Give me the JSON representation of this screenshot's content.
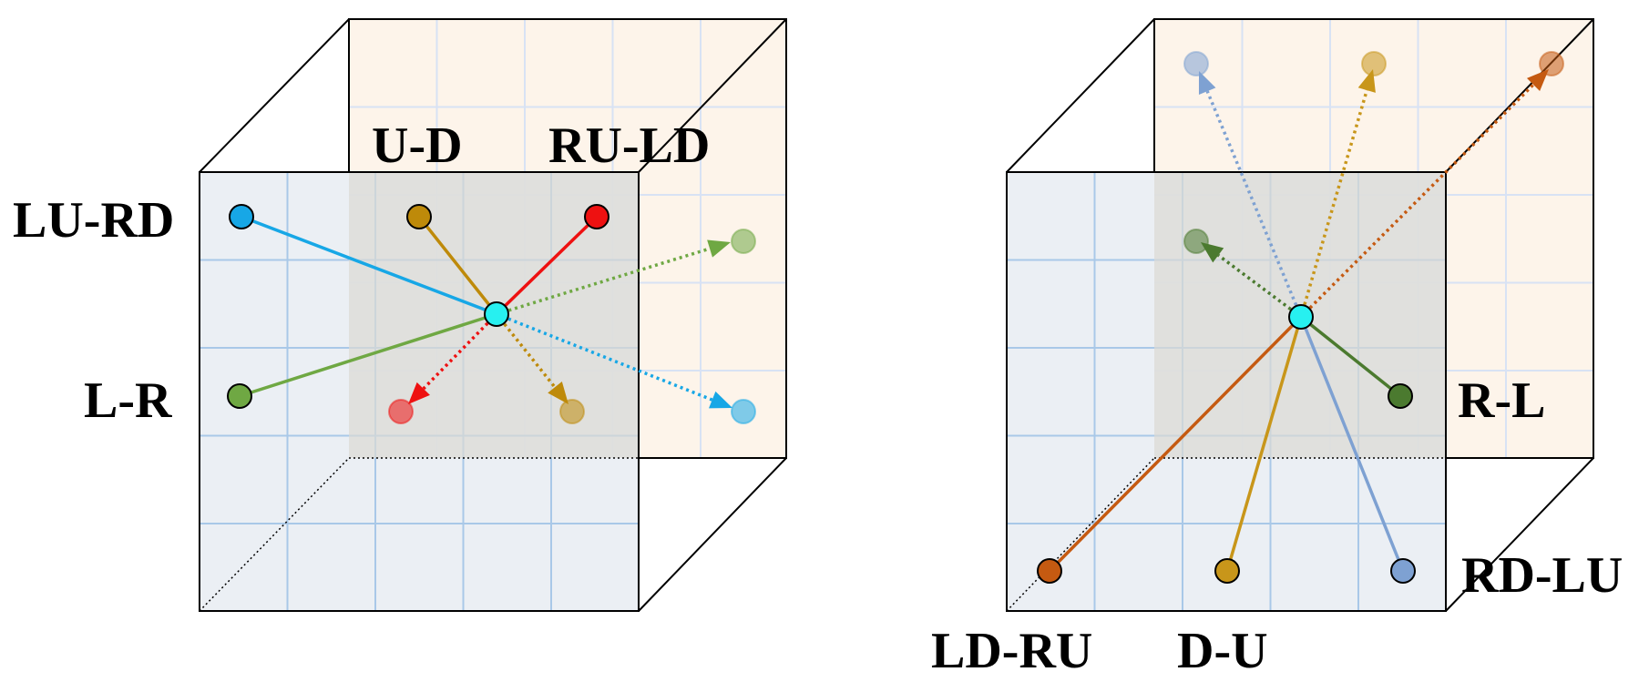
{
  "colors": {
    "back_face": "#fdf4ea",
    "back_grid": "#d8e2f4",
    "front_face": "#e7ecf2",
    "front_grid": "#a9c8e8",
    "overlap": "#e5e4e0",
    "edge": "#000000",
    "center_fill": "#27f0f0",
    "lu_rd": "#17a7e6",
    "u_d": "#be8a0a",
    "ru_ld": "#ee1111",
    "l_r": "#6fa843",
    "r_l": "#4b7a2f",
    "ld_ru": "#c55a11",
    "d_u": "#c8961a",
    "rd_lu": "#7ea1d2"
  },
  "left_cube": {
    "labels": {
      "lu_rd": "LU-RD",
      "u_d": "U-D",
      "ru_ld": "RU-LD",
      "l_r": "L-R"
    }
  },
  "right_cube": {
    "labels": {
      "r_l": "R-L",
      "rd_lu": "RD-LU",
      "ld_ru": "LD-RU",
      "d_u": "D-U"
    }
  }
}
